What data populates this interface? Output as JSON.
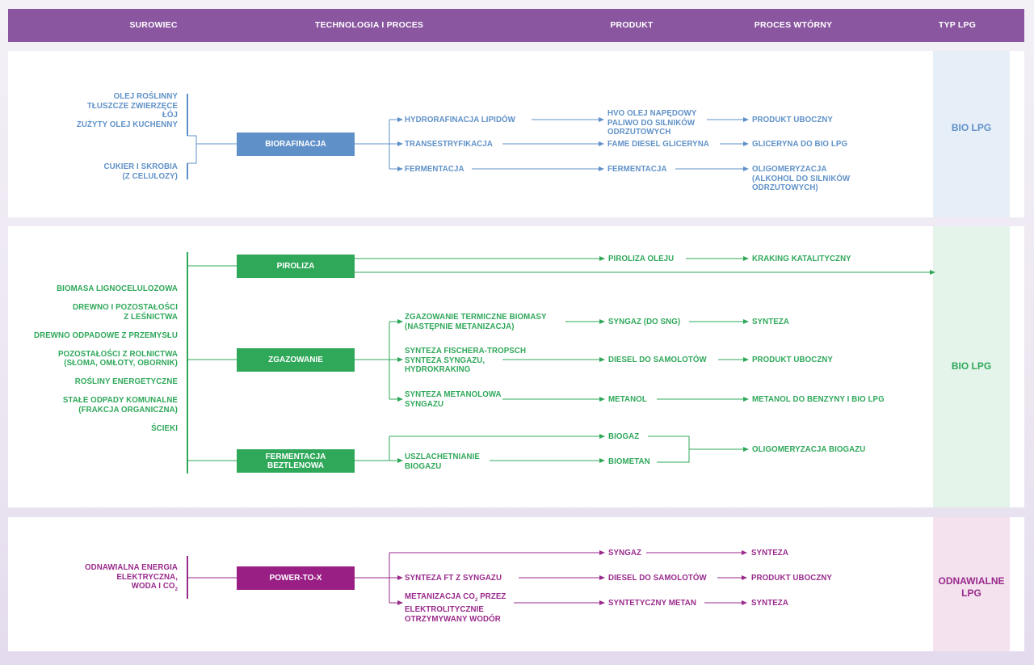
{
  "header": {
    "col_surowiec": "SUROWIEC",
    "col_technologia": "TECHNOLOGIA I PROCES",
    "col_produkt": "PRODUKT",
    "col_proces": "PROCES WTÓRNY",
    "col_typ": "TYP LPG"
  },
  "colors": {
    "header": "#8a56a0",
    "blue": "#5f91c8",
    "green": "#2fa85a",
    "purple": "#9a2a8c"
  },
  "section1": {
    "type": "BIO LPG",
    "feedstock_a": "OLEJ ROŚLINNY\nTŁUSZCZE ZWIERZĘCE\nŁÓJ\nZUŻYTY OLEJ KUCHENNY",
    "feedstock_b": "CUKIER I SKROBIA\n(Z CELULOZY)",
    "box": "BIORAFINACJA",
    "proc1": "HYDRORAFINACJA LIPIDÓW",
    "proc2": "TRANSESTRYFIKACJA",
    "proc3": "FERMENTACJA",
    "prod1": "HVO OLEJ NAPĘDOWY\nPALIWO DO SILNIKÓW\nODRZUTOWYCH",
    "prod2": "FAME DIESEL GLICERYNA",
    "prod3": "FERMENTACJA",
    "sec1": "PRODUKT UBOCZNY",
    "sec2": "GLICERYNA DO BIO LPG",
    "sec3": "OLIGOMERYZACJA\n(ALKOHOL DO SILNIKÓW\nODRZUTOWYCH)"
  },
  "section2": {
    "type": "BIO LPG",
    "feedstock": "BIOMASA LIGNOCELULOZOWA\n\nDREWNO I POZOSTAŁOŚCI\nZ LEŚNICTWA\n\nDREWNO ODPADOWE Z PRZEMYSŁU\n\nPOZOSTAŁOŚCI Z ROLNICTWA\n(SŁOMA, OMŁOTY, OBORNIK)\n\nROŚLINY ENERGETYCZNE\n\nSTAŁE ODPADY KOMUNALNE\n(FRAKCJA ORGANICZNA)\n\nŚCIEKI",
    "box_piroliza": "PIROLIZA",
    "box_zgazowanie": "ZGAZOWANIE",
    "box_fermentacja": "FERMENTACJA\nBEZTLENOWA",
    "prod_piroliza": "PIROLIZA OLEJU",
    "sec_piroliza": "KRAKING KATALITYCZNY",
    "proc_z1": "ZGAZOWANIE TERMICZNE BIOMASY\n(NASTĘPNIE METANIZACJA)",
    "proc_z2": "SYNTEZA FISCHERA-TROPSCH\nSYNTEZA SYNGAZU,\nHYDROKRAKING",
    "proc_z3": "SYNTEZA METANOLOWA\nSYNGAZU",
    "prod_z1": "SYNGAZ (DO SNG)",
    "prod_z2": "DIESEL DO SAMOLOTÓW",
    "prod_z3": "METANOL",
    "sec_z1": "SYNTEZA",
    "sec_z2": "PRODUKT UBOCZNY",
    "sec_z3": "METANOL DO BENZYNY I BIO LPG",
    "proc_f": "USZLACHETNIANIE\nBIOGAZU",
    "prod_f1": "BIOGAZ",
    "prod_f2": "BIOMETAN",
    "sec_f": "OLIGOMERYZACJA BIOGAZU"
  },
  "section3": {
    "type": "ODNAWIALNE\nLPG",
    "feedstock": "ODNAWIALNA ENERGIA\nELEKTRYCZNA,\nWODA I CO",
    "feedstock_sub": "2",
    "box": "POWER-TO-X",
    "proc2": "SYNTEZA FT Z SYNGAZU",
    "proc3_a": "METANIZACJA CO",
    "proc3_sub": "2",
    "proc3_b": " PRZEZ\nELEKTROLITYCZNIE\nOTRZYMYWANY WODÓR",
    "prod1": "SYNGAZ",
    "prod2": "DIESEL DO SAMOLOTÓW",
    "prod3": "SYNTETYCZNY METAN",
    "sec1": "SYNTEZA",
    "sec2": "PRODUKT UBOCZNY",
    "sec3": "SYNTEZA"
  }
}
